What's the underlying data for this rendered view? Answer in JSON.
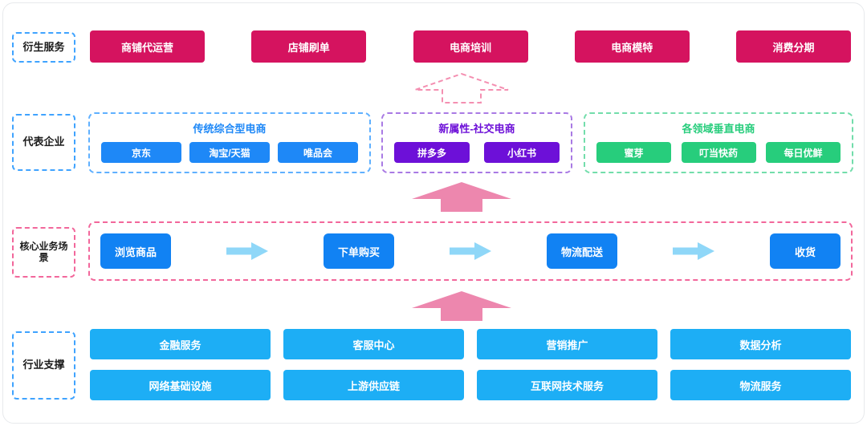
{
  "colors": {
    "crimson": "#d5135f",
    "blue": "#1e88f7",
    "flow_blue": "#1182f3",
    "purple": "#6d10d8",
    "green": "#27cd7c",
    "cyan": "#1daef5",
    "arrow_pink": "#ed87ae",
    "arrow_light_blue": "#8fd7f8",
    "dashed_pink": "#f2679b",
    "dashed_blue": "#3fa3ff"
  },
  "derived_services": {
    "label": "衍生服务",
    "items": [
      "商铺代运营",
      "店铺刷单",
      "电商培训",
      "电商模特",
      "消费分期"
    ]
  },
  "representative_companies": {
    "label": "代表企业",
    "groups": [
      {
        "title": "传统综合型电商",
        "items": [
          "京东",
          "淘宝/天猫",
          "唯品会"
        ]
      },
      {
        "title": "新属性-社交电商",
        "items": [
          "拼多多",
          "小红书"
        ]
      },
      {
        "title": "各领域垂直电商",
        "items": [
          "蜜芽",
          "叮当快药",
          "每日优鲜"
        ]
      }
    ]
  },
  "core_business": {
    "label": "核心业务场景",
    "steps": [
      "浏览商品",
      "下单购买",
      "物流配送",
      "收货"
    ]
  },
  "industry_support": {
    "label": "行业支撑",
    "row1": [
      "金融服务",
      "客服中心",
      "营销推广",
      "数据分析"
    ],
    "row2": [
      "网络基础设施",
      "上游供应链",
      "互联网技术服务",
      "物流服务"
    ]
  }
}
